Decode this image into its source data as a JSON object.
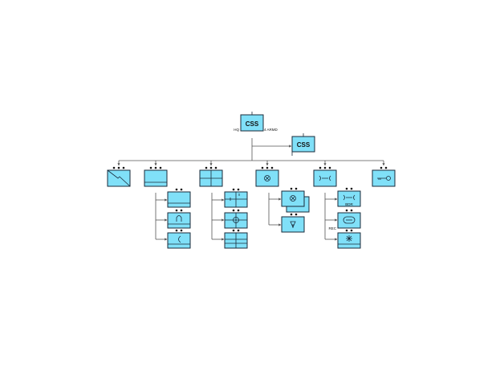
{
  "top_unit": {
    "label": "CSS",
    "left_label": "HQ",
    "right_label": "4 ARMD"
  },
  "attached_unit": {
    "label": "CSS"
  },
  "subunit_labels": {
    "bdr": "BDR",
    "rec": "REC"
  },
  "colors": {
    "unit_fill": "#80e0f8",
    "outline": "#1a2a3a"
  }
}
